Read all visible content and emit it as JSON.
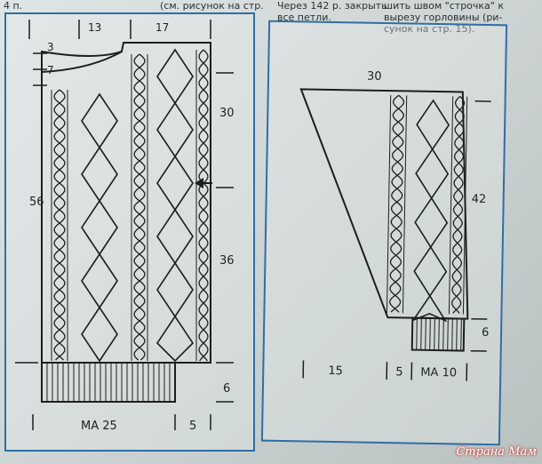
{
  "top_texts": {
    "left_page_num": "4 п.",
    "left_caption": "(см. рисунок на стр.",
    "middle_caption": "Через 142 р. закрыть\nвсе петли.",
    "right_caption": "шить швом \"строчка\" к\nвырезу горловины (ри-\nсунок на стр. 15)."
  },
  "back_pattern": {
    "labels": {
      "top_left_width": "13",
      "top_right_width": "17",
      "neck_depth_1": "3",
      "neck_depth_2": "7",
      "total_height": "56",
      "upper_height": "30",
      "lower_height": "36",
      "rib_height": "6",
      "bottom_left": "MA  25",
      "bottom_right": "5"
    }
  },
  "sleeve_pattern": {
    "labels": {
      "top_width": "30",
      "height": "42",
      "rib_height": "6",
      "bottom_left": "15",
      "bottom_mid": "5",
      "bottom_right": "MA 10"
    }
  },
  "watermark": "Страна Мам",
  "colors": {
    "frame": "#2f6ea3",
    "ink": "#1e1e1e",
    "paper": "#dfe5e4"
  }
}
